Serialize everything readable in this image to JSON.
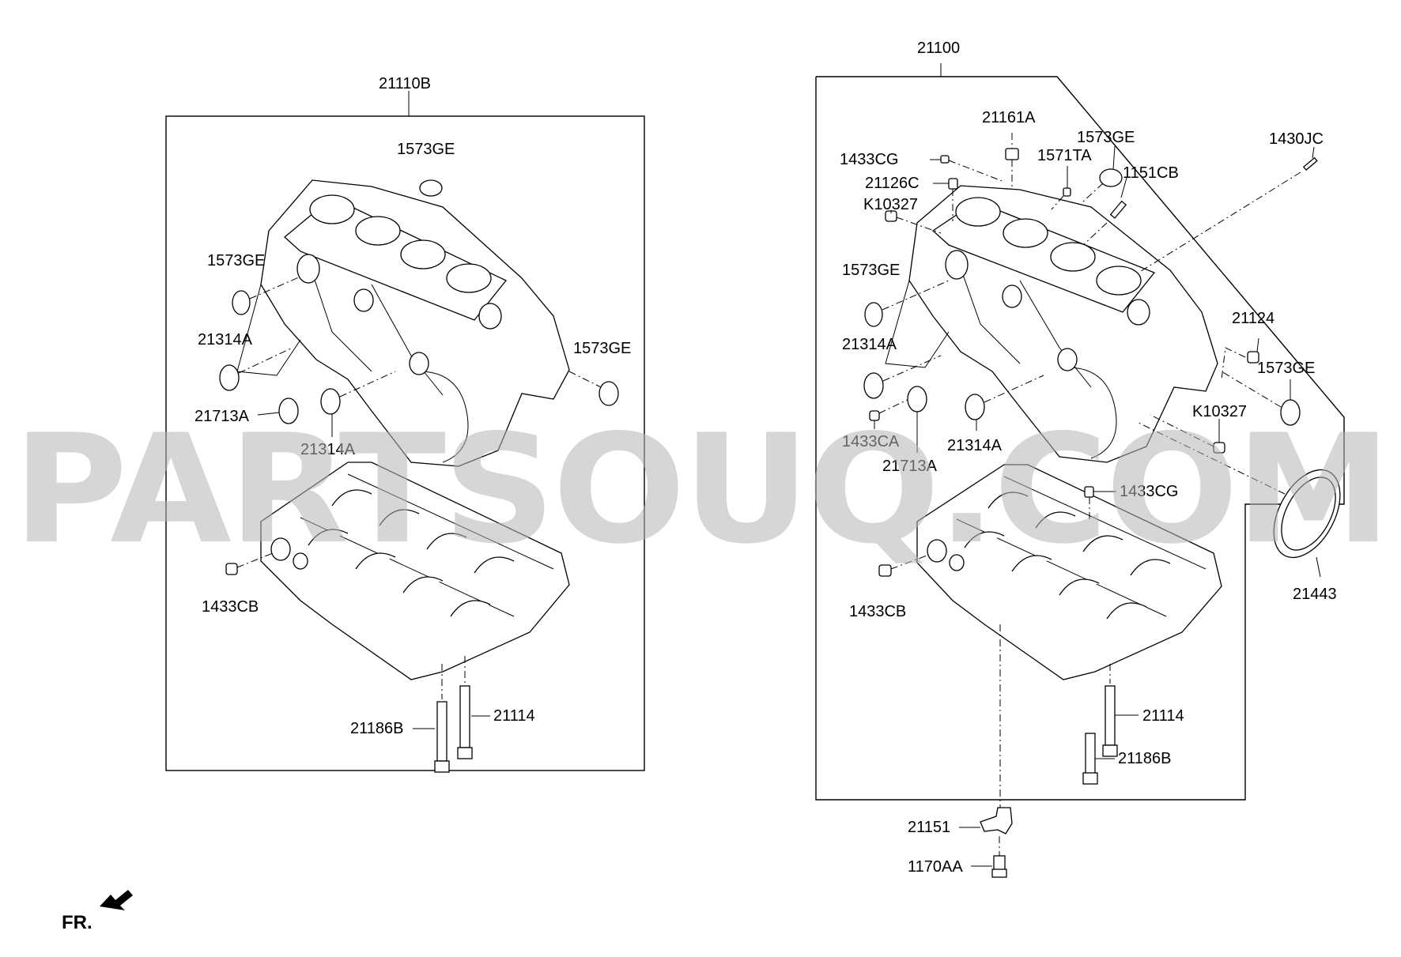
{
  "watermark": "PARTSOUQ.COM",
  "front_indicator": "FR.",
  "left_assembly": {
    "label": "21110B",
    "parts": {
      "plug_top": "1573GE",
      "plug_left": "1573GE",
      "plug_right": "1573GE",
      "seal_upper": "21314A",
      "seal_lower": "21314A",
      "seal_2": "21713A",
      "dowel": "1433CB",
      "bolt_a": "21186B",
      "bolt_b": "21114"
    }
  },
  "right_assembly": {
    "label": "21100",
    "parts": {
      "plug_top": "21161A",
      "pin_1": "1433CG",
      "pin_2": "21126C",
      "dowel_1": "K10327",
      "plug_left": "1573GE",
      "seal_upper": "21314A",
      "dowel_2": "1433CA",
      "seal_2": "21713A",
      "seal_lower": "21314A",
      "dowel_3": "1433CB",
      "pin_3": "1433CG",
      "bolt_b": "21114",
      "bolt_a": "21186B",
      "plug_2": "1571TA",
      "plug_top_right": "1573GE",
      "stud": "1151CB",
      "pin_4": "1430JC",
      "plug_3": "21124",
      "plug_right": "1573GE",
      "dowel_4": "K10327",
      "oil_seal": "21443"
    }
  },
  "external_parts": {
    "sensor": "21151",
    "bolt": "1170AA"
  }
}
